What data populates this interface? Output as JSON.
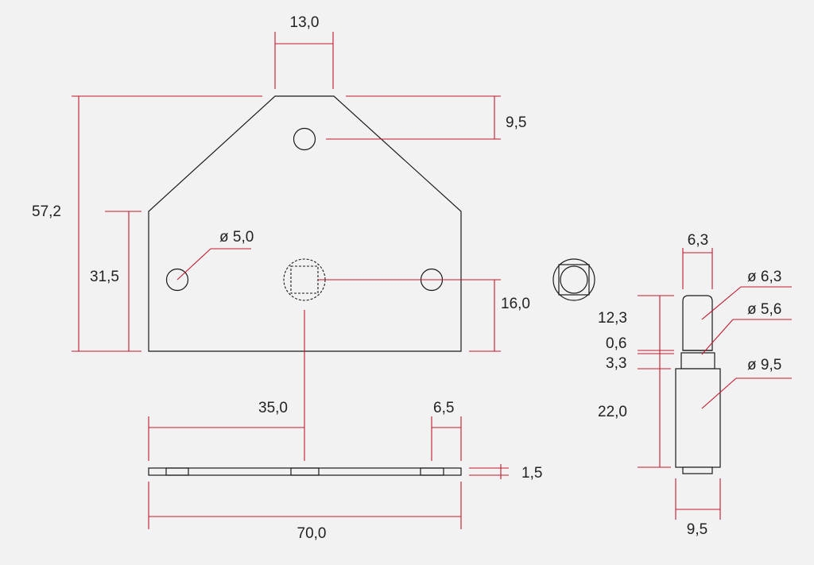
{
  "colors": {
    "background": "#f3f2f2",
    "outline": "#1a1a1a",
    "dimension_line": "#c0182f",
    "text": "#222222"
  },
  "dimensions": {
    "top_width": "13,0",
    "top_to_hole": "9,5",
    "total_height": "57,2",
    "side_height": "31,5",
    "hole_diameter": "ø 5,0",
    "center_height": "16,0",
    "center_offset": "35,0",
    "edge_offset": "6,5",
    "thickness": "1,5",
    "total_width": "70,0",
    "pin_top_width": "6,3",
    "pin_top_diameter": "ø 6,3",
    "pin_neck_diameter": "ø 5,6",
    "pin_body_diameter": "ø 9,5",
    "pin_top_length": "12,3",
    "pin_groove": "0,6",
    "pin_collar": "3,3",
    "pin_body_length": "22,0",
    "pin_body_width": "9,5"
  }
}
